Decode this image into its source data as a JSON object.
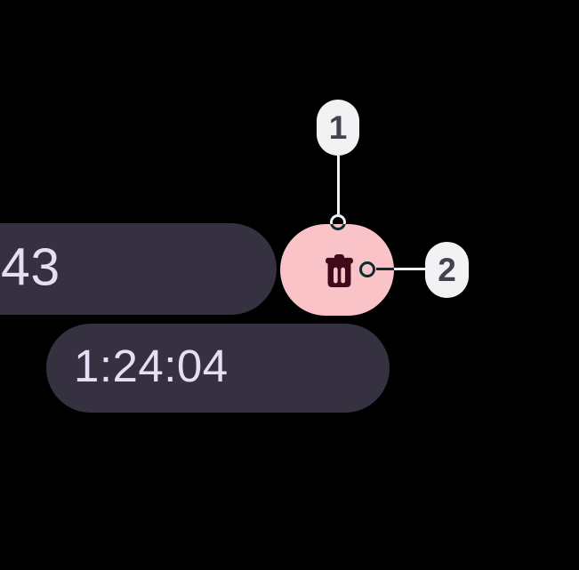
{
  "screen": {
    "description": "stopwatch-lap-row-with-delete-annotation"
  },
  "rows": {
    "lap_time_partial": "43",
    "total_time": "1:24:04"
  },
  "delete_button": {
    "icon": "trash-icon"
  },
  "callouts": {
    "one": {
      "label": "1",
      "target": "delete-button"
    },
    "two": {
      "label": "2",
      "target": "trash-icon"
    }
  },
  "colors": {
    "background": "#000000",
    "pill_bg": "#353140",
    "pill_text": "#e7def6",
    "delete_bg": "#f9c3c8",
    "delete_icon": "#400a1b",
    "badge_bg": "#f2f1f3",
    "badge_text": "#45424f",
    "connector": "#f2f1f3"
  }
}
